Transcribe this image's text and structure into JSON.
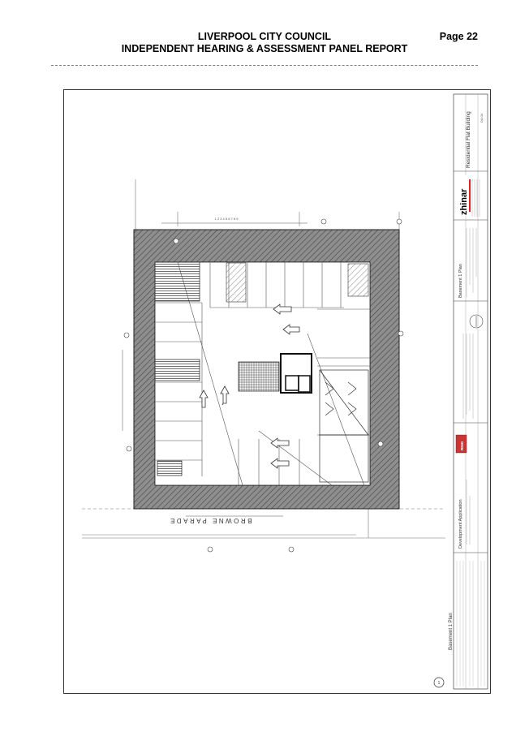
{
  "header": {
    "line1": "LIVERPOOL CITY COUNCIL",
    "line2": "INDEPENDENT HEARING & ASSESSMENT PANEL REPORT",
    "page": "Page 22"
  },
  "drawing": {
    "street_name": "BROWNE PARADE",
    "plan_title": "Basement 1 Plan",
    "sheet_title": "Basement 1 Plan",
    "project_name": "Residential Flat Building",
    "stage": "Development Application",
    "firm_logo": "zhinar",
    "drawing_number": "DA 04",
    "ring_badge": "RING"
  }
}
